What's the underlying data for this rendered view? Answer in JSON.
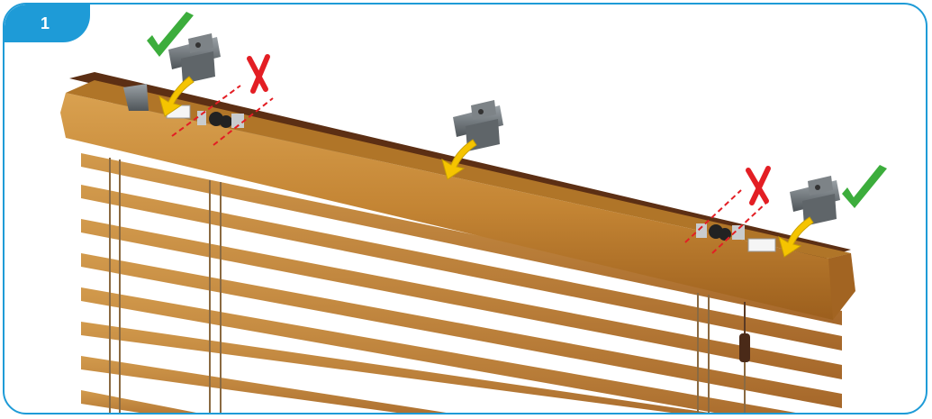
{
  "step": {
    "number": "1"
  },
  "colors": {
    "accent": "#1e9bd7",
    "wood_light": "#c98a3a",
    "wood_dark": "#8a5219",
    "check": "#3cad3c",
    "cross": "#e31e24",
    "arrow": "#f5c400",
    "bracket": "#6d7377"
  },
  "markers": [
    {
      "kind": "check",
      "meaning": "correct-position"
    },
    {
      "kind": "cross",
      "meaning": "wrong-position"
    },
    {
      "kind": "cross",
      "meaning": "wrong-position"
    },
    {
      "kind": "check",
      "meaning": "correct-position"
    }
  ]
}
